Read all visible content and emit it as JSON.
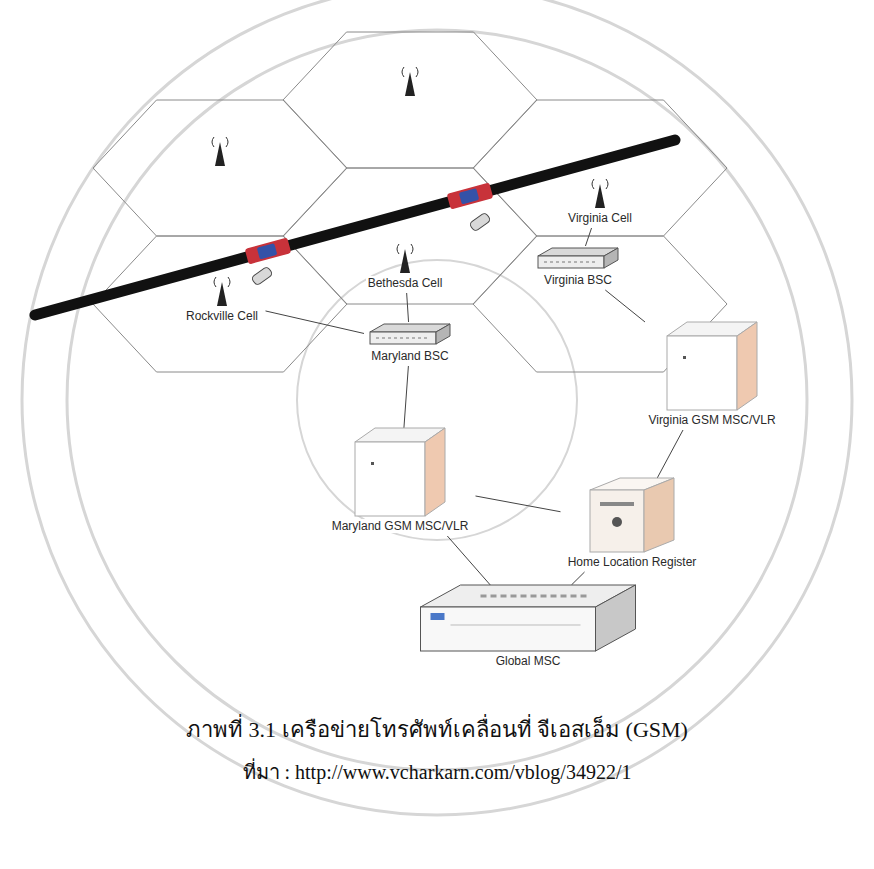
{
  "diagram": {
    "caption": "ภาพที่ 3.1 เครือข่ายโทรศัพท์เคลื่อนที่ จีเอสเอ็ม (GSM)",
    "nodes": [
      {
        "text": [
          "Virginia Cell"
        ]
      },
      {
        "text": [
          "Bethesda Cell"
        ]
      },
      {
        "text": [
          "Virginia BSC"
        ]
      },
      {
        "text": [
          "Rockville Cell"
        ]
      },
      {
        "text": [
          "Maryland BSC"
        ]
      },
      {
        "text": [
          "Virginia GSM MSC/VLR"
        ]
      },
      {
        "text": [
          "Maryland GSM MSC/VLR"
        ]
      },
      {
        "text": [
          "Home Location Register"
        ]
      },
      {
        "text": [
          "Global MSC"
        ]
      }
    ],
    "edges": [
      {
        "from": 0,
        "to": 2,
        "arrow": "none"
      },
      {
        "from": 1,
        "to": 4,
        "arrow": "none"
      },
      {
        "from": 3,
        "to": 4,
        "arrow": "none"
      },
      {
        "from": 2,
        "to": 5,
        "arrow": "none"
      },
      {
        "from": 4,
        "to": 6,
        "arrow": "none"
      },
      {
        "from": 6,
        "to": 7,
        "arrow": "none"
      },
      {
        "from": 5,
        "to": 7,
        "arrow": "none"
      },
      {
        "from": 6,
        "to": 8,
        "arrow": "none"
      },
      {
        "from": 7,
        "to": 8,
        "arrow": "none"
      }
    ],
    "labels": [
      "ที่มา : http://www.vcharkarn.com/vblog/34922/1"
    ]
  }
}
